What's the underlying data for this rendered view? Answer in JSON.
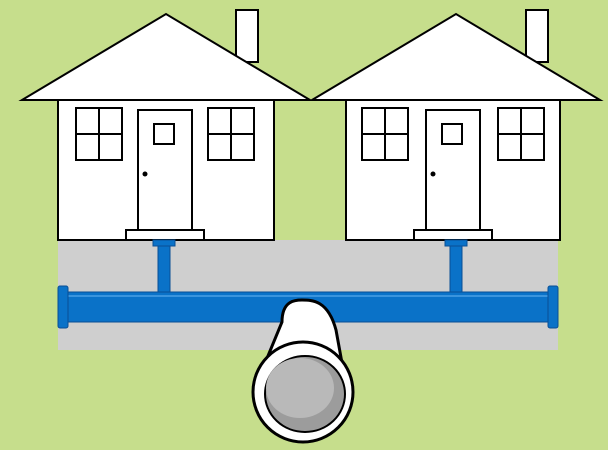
{
  "colors": {
    "background": "#c6de8c",
    "ground": "#cfcfcf",
    "house_fill": "#ffffff",
    "outline": "#000000",
    "pipe": "#0a72c8",
    "pipe_outline": "#0a4f95",
    "sewer_main_body": "#ffffff",
    "sewer_main_end": "#9c9c9c"
  },
  "scene": {
    "houses": [
      {
        "id": "left-house",
        "door_knob": true,
        "windows": 2,
        "chimney": true
      },
      {
        "id": "right-house",
        "door_knob": true,
        "windows": 2,
        "chimney": true
      }
    ],
    "pipes": {
      "lateral_connections": 2,
      "main_line_flanged_ends": 2
    },
    "sewer_main": "large-pipe"
  }
}
